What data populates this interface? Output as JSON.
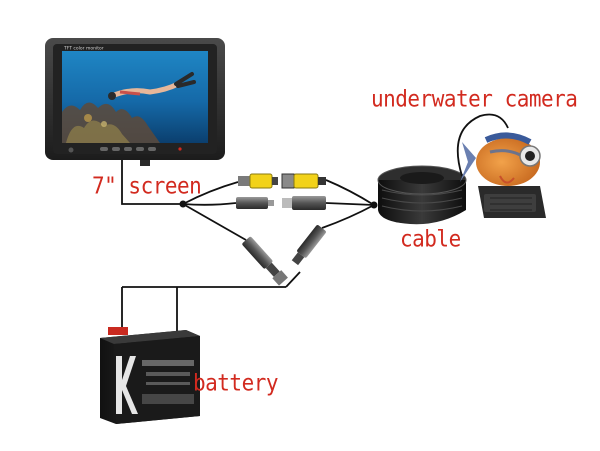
{
  "labels": {
    "screen": "7\" screen",
    "camera": "underwater camera",
    "cable": "cable",
    "battery": "battery"
  },
  "monitor": {
    "brand_text": "TFT color monitor"
  },
  "colors": {
    "label": "#d22a1f",
    "wire": "#111111",
    "rca_yellow": "#f2d21a"
  }
}
